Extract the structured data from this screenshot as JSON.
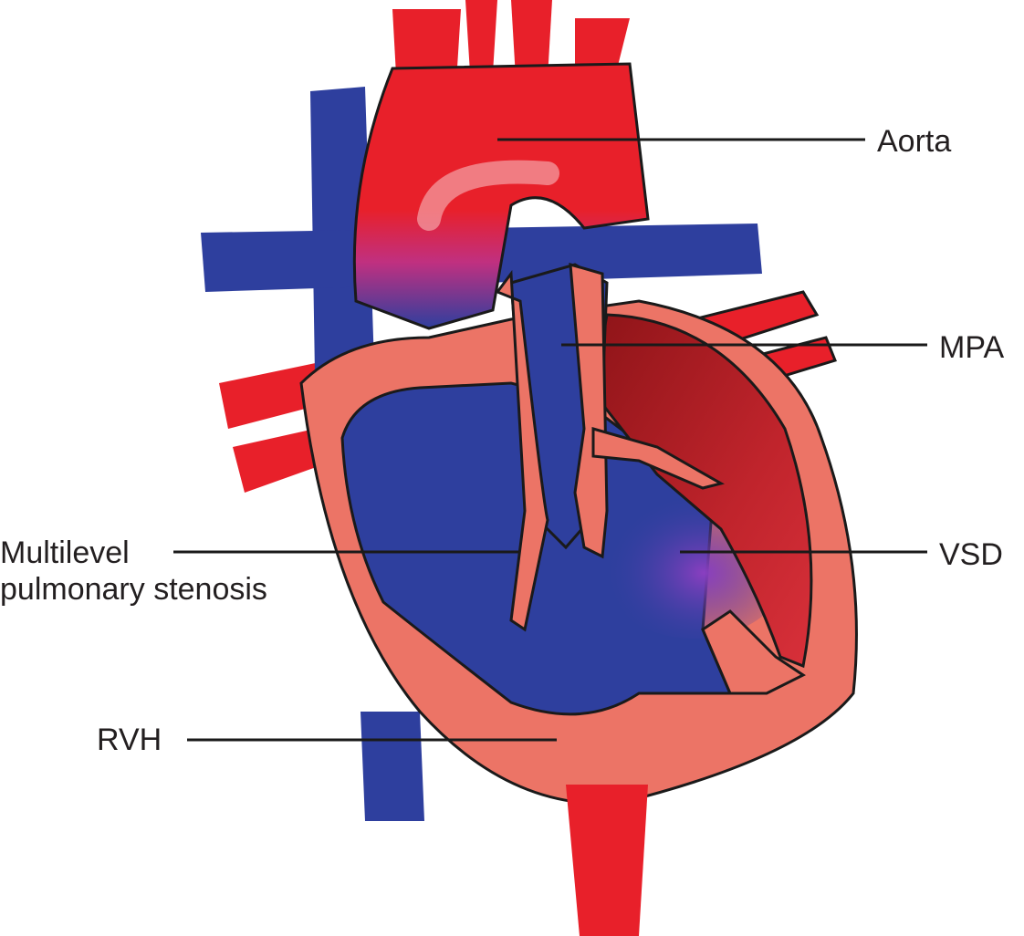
{
  "labels": {
    "aorta": "Aorta",
    "mpa": "MPA",
    "vsd": "VSD",
    "stenosis_line1": "Multilevel",
    "stenosis_line2": "pulmonary stenosis",
    "rvh": "RVH"
  },
  "colors": {
    "oxygenated": "#e8202a",
    "deoxygenated": "#2e3f9e",
    "myocardium": "#ec7466",
    "lv_cavity": "#b41f28",
    "mixed": "#7a3fb0",
    "outline": "#1a1a1a"
  }
}
